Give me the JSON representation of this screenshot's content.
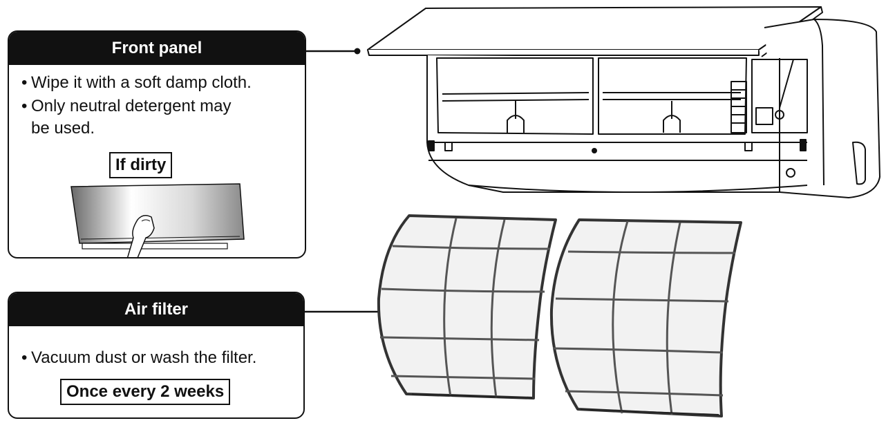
{
  "front_panel": {
    "title": "Front panel",
    "bullets": [
      {
        "line1": "Wipe it with a soft damp cloth.",
        "line2": ""
      },
      {
        "line1": "Only neutral detergent may",
        "line2": "be used."
      }
    ],
    "frequency": "If dirty"
  },
  "air_filter": {
    "title": "Air filter",
    "bullets": [
      {
        "line1": "Vacuum dust or wash the filter."
      }
    ],
    "frequency": "Once every 2 weeks"
  },
  "bullet_symbol": "•",
  "icons": [
    "hand-wiping-icon",
    "air-conditioner-icon",
    "air-filter-icon"
  ],
  "colors": {
    "ink": "#111111",
    "filter_mesh": "#f2f2f2",
    "shade": "#a0a0a0"
  }
}
